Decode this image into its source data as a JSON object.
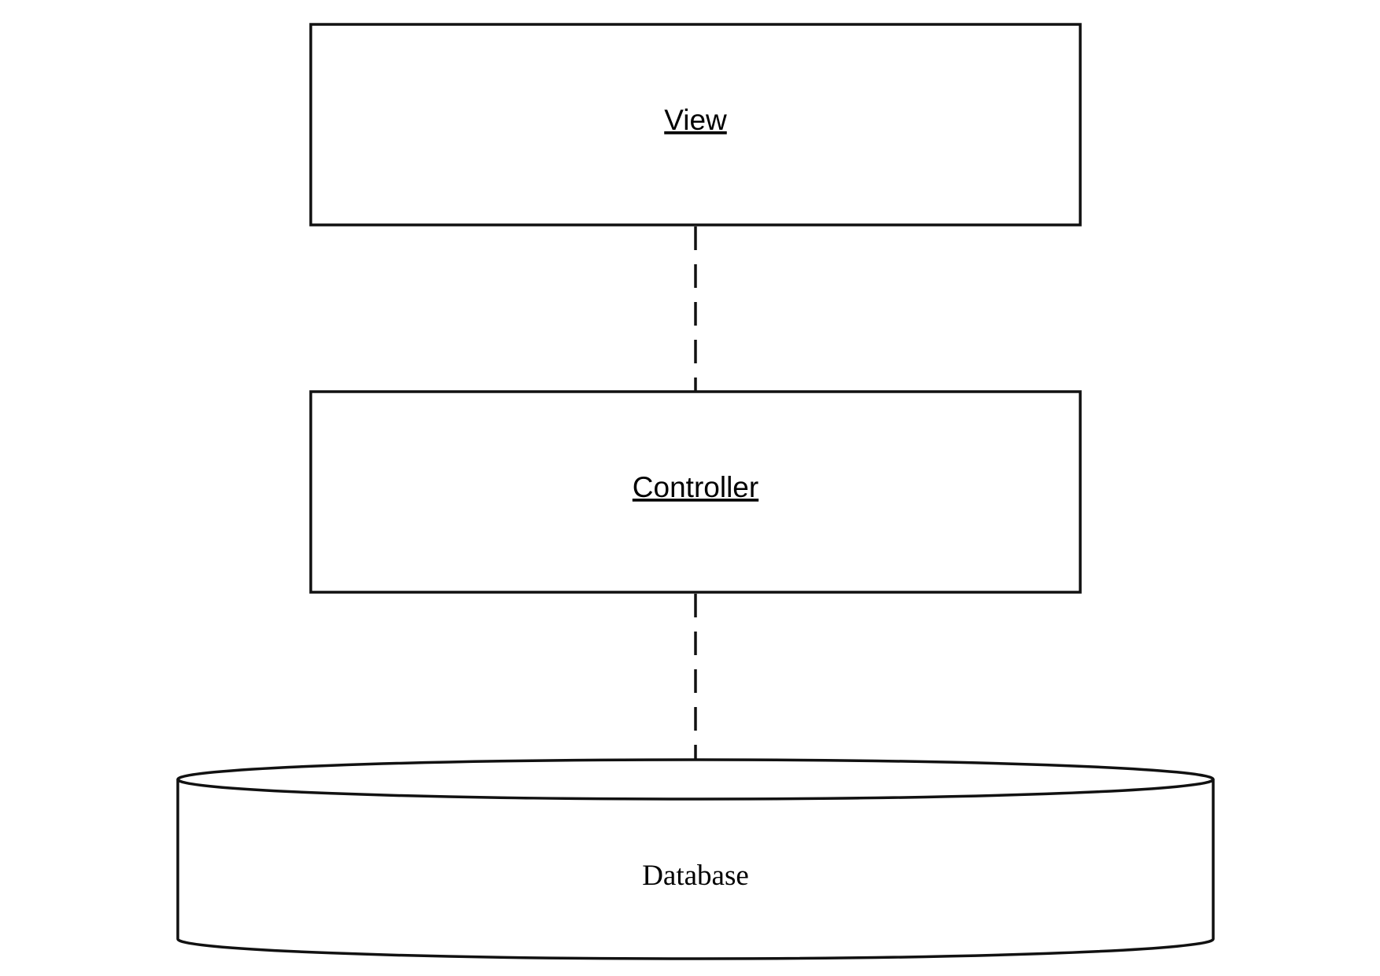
{
  "diagram": {
    "nodes": {
      "view": {
        "label": "View",
        "shape": "rectangle",
        "underlined": true
      },
      "controller": {
        "label": "Controller",
        "shape": "rectangle",
        "underlined": true
      },
      "database": {
        "label": "Database",
        "shape": "cylinder",
        "underlined": false
      }
    },
    "edges": [
      {
        "from": "view",
        "to": "controller",
        "style": "dashed"
      },
      {
        "from": "controller",
        "to": "database",
        "style": "dashed"
      }
    ],
    "colors": {
      "stroke": "#111111",
      "fill": "#ffffff",
      "text": "#000000"
    }
  }
}
